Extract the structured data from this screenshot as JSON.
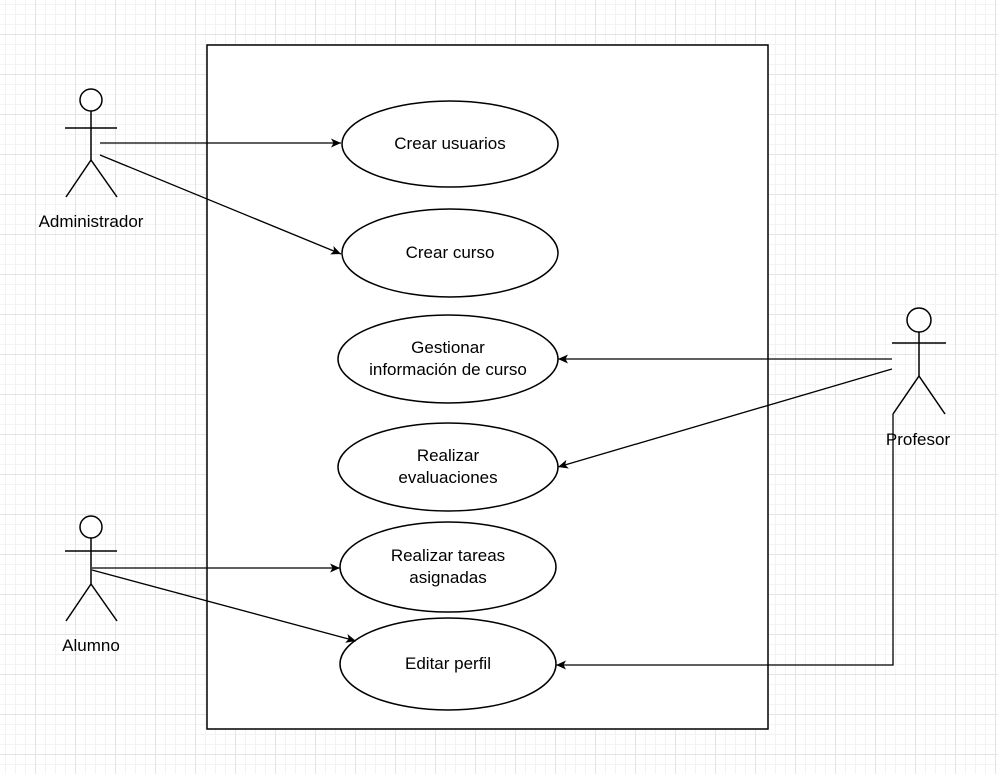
{
  "diagram": {
    "actors": [
      {
        "id": "administrador",
        "label": "Administrador"
      },
      {
        "id": "alumno",
        "label": "Alumno"
      },
      {
        "id": "profesor",
        "label": "Profesor"
      }
    ],
    "use_cases": [
      {
        "id": "crear-usuarios",
        "label": "Crear usuarios"
      },
      {
        "id": "crear-curso",
        "label": "Crear curso"
      },
      {
        "id": "gestionar-informacion",
        "label": "Gestionar\ninformación de curso"
      },
      {
        "id": "realizar-evaluaciones",
        "label": "Realizar\nevaluaciones"
      },
      {
        "id": "realizar-tareas",
        "label": "Realizar tareas\nasignadas"
      },
      {
        "id": "editar-perfil",
        "label": "Editar perfil"
      }
    ],
    "associations": [
      {
        "from": "administrador",
        "to": "crear-usuarios"
      },
      {
        "from": "administrador",
        "to": "crear-curso"
      },
      {
        "from": "profesor",
        "to": "gestionar-informacion"
      },
      {
        "from": "profesor",
        "to": "realizar-evaluaciones"
      },
      {
        "from": "profesor",
        "to": "editar-perfil"
      },
      {
        "from": "alumno",
        "to": "realizar-tareas"
      },
      {
        "from": "alumno",
        "to": "editar-perfil"
      }
    ]
  }
}
